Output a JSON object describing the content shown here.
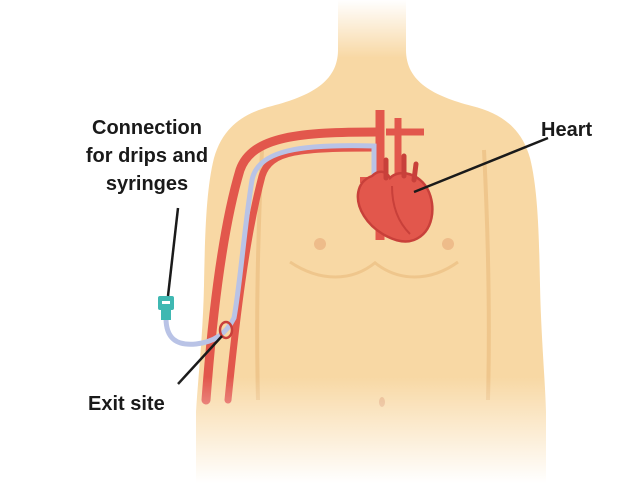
{
  "labels": {
    "connection": [
      "Connection",
      "for drips and",
      "syringes"
    ],
    "heart": "Heart",
    "exit_site": "Exit site"
  },
  "colors": {
    "skin": "#f8d8a4",
    "skin_shade": "#efc68c",
    "vessel": "#e2574c",
    "vessel_dark": "#c8403a",
    "catheter": "#b9c3e6",
    "connector": "#3fb8b2",
    "leader_line": "#1a1a1a"
  },
  "icons": {
    "heart": "heart-icon",
    "connector": "luer-connector-icon"
  }
}
